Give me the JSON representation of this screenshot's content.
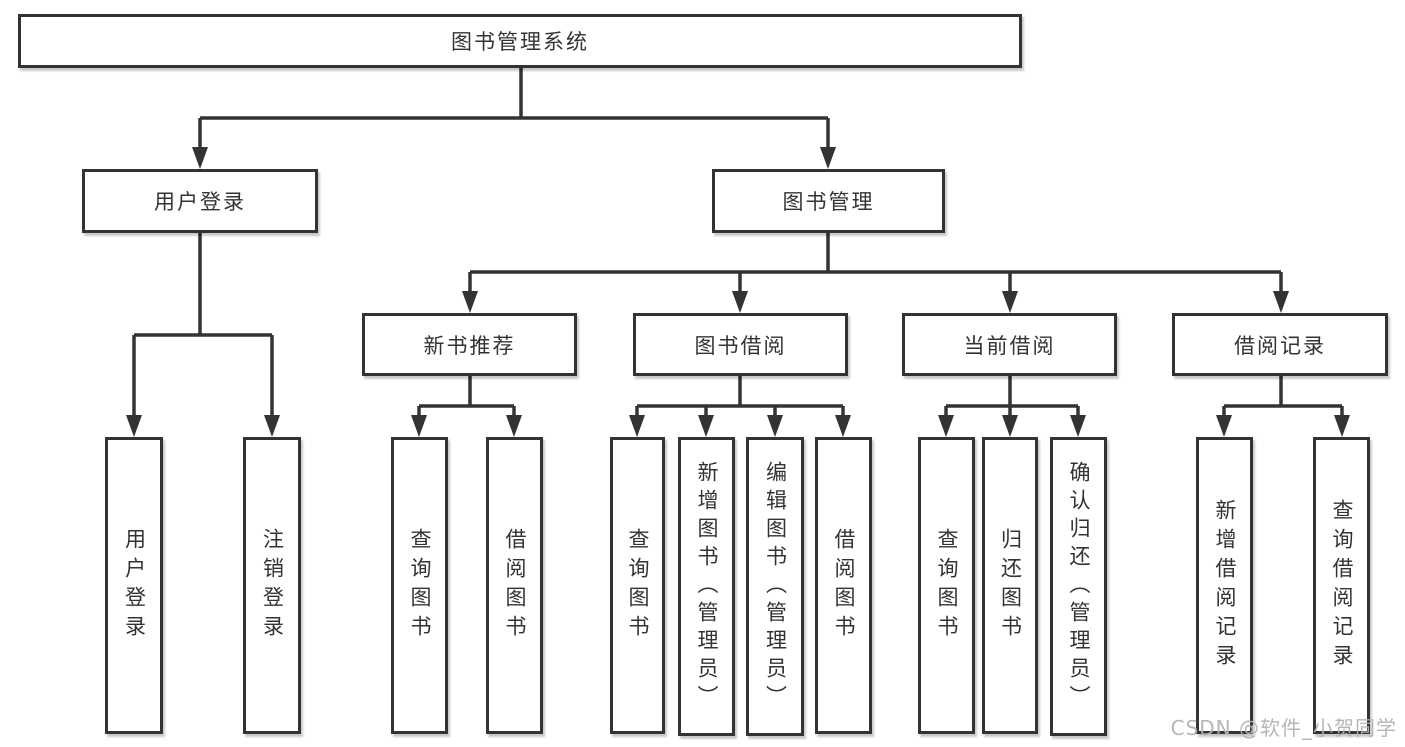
{
  "root": {
    "label": "图书管理系统",
    "children": [
      {
        "label": "用户登录",
        "children": [
          {
            "label": "用户登录"
          },
          {
            "label": "注销登录"
          }
        ]
      },
      {
        "label": "图书管理",
        "children": [
          {
            "label": "新书推荐",
            "children": [
              {
                "label": "查询图书"
              },
              {
                "label": "借阅图书"
              }
            ]
          },
          {
            "label": "图书借阅",
            "children": [
              {
                "label": "查询图书"
              },
              {
                "label": "新增图书（管理员）"
              },
              {
                "label": "编辑图书（管理员）"
              },
              {
                "label": "借阅图书"
              }
            ]
          },
          {
            "label": "当前借阅",
            "children": [
              {
                "label": "查询图书"
              },
              {
                "label": "归还图书"
              },
              {
                "label": "确认归还（管理员）"
              }
            ]
          },
          {
            "label": "借阅记录",
            "children": [
              {
                "label": "新增借阅记录"
              },
              {
                "label": "查询借阅记录"
              }
            ]
          }
        ]
      }
    ]
  },
  "watermark": {
    "text": "CSDN @软件_小贺同学"
  },
  "colors": {
    "line": "#333333",
    "text": "#333333",
    "box_background": "#ffffff",
    "watermark": "#b3b3b3",
    "background": "#ffffff"
  }
}
